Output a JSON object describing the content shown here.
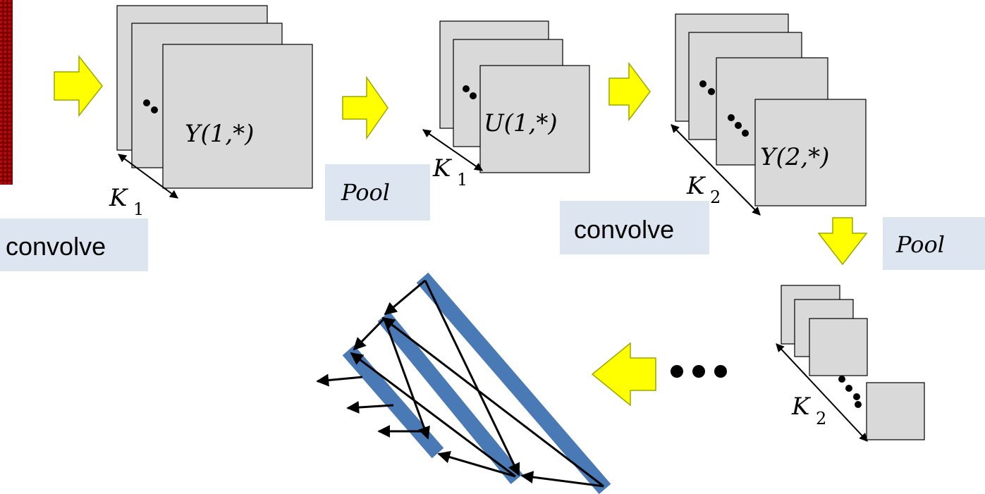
{
  "labels": {
    "map_y1": "Y(1,*)",
    "map_u1": "U(1,*)",
    "map_y2": "Y(2,*)",
    "k1_a": "K",
    "k1_a_sub": "1",
    "k1_b": "K",
    "k1_b_sub": "1",
    "k2_a": "K",
    "k2_a_sub": "2",
    "k2_b": "K",
    "k2_b_sub": "2",
    "convolve_1": "convolve",
    "convolve_2": "convolve",
    "pool_1": "Pool",
    "pool_2": "Pool"
  },
  "colors": {
    "map_fill": "#d9d9d9",
    "label_box": "#dde6f0",
    "flow_arrow": "#ffff00",
    "flow_arrow_stroke": "#9aa800",
    "network_bar": "#4a7ab5",
    "image_strip": "#8b0000"
  }
}
